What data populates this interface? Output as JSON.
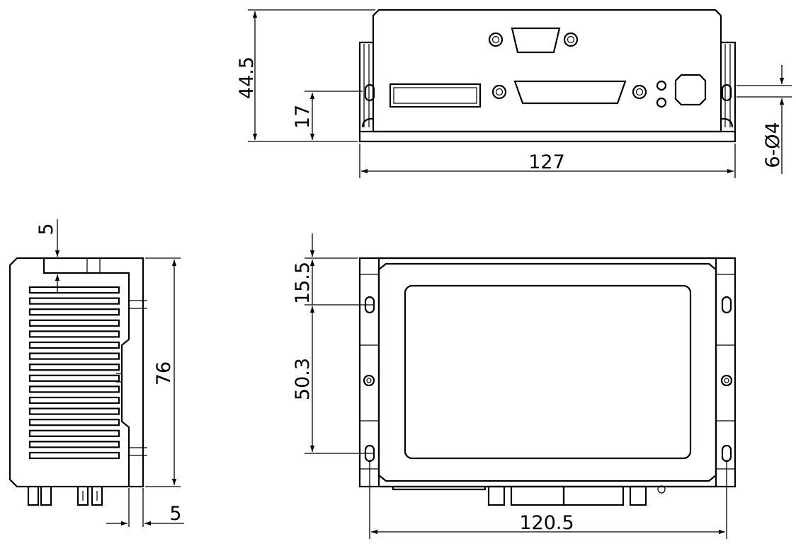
{
  "drawing": {
    "front_view": {
      "height_total": "44.5",
      "height_mount": "17",
      "width_total": "127",
      "mount_holes": "6-Ø4"
    },
    "side_view": {
      "depth_total": "76",
      "top_step": "5",
      "bottom_step": "5"
    },
    "top_view": {
      "hole_offset": "15.5",
      "hole_spacing": "50.3",
      "hole_pitch_width": "120.5"
    }
  },
  "colors": {
    "line": "#000000",
    "background": "#ffffff"
  }
}
